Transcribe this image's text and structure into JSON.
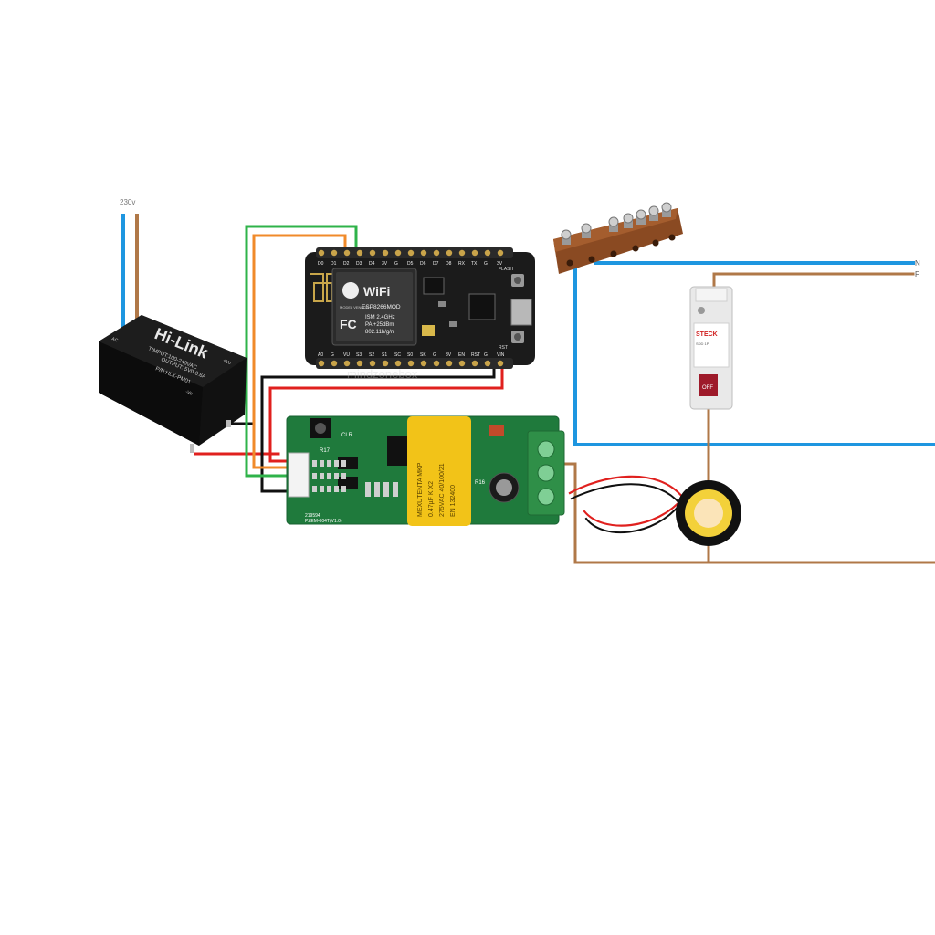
{
  "labels": {
    "supply_voltage": "230v",
    "neutral": "N",
    "phase": "F"
  },
  "hlk": {
    "brand": "Hi-Link",
    "line1": "TIMPUT:100-240VAC",
    "line2": "OUTPUT: 5V0-0.6A",
    "line3": "P/N:HLK-PM01",
    "ac_pin": "AC",
    "plus_pin": "+Vo",
    "minus_pin": "-Vo"
  },
  "nodemcu": {
    "wifi": "WiFi",
    "model": "ESP8266MOD",
    "vendor": "MODEL VENDOR",
    "spec1": "ISM 2.4GHz",
    "spec2": "PA +25dBm",
    "spec3": "802.11b/g/n",
    "fc": "FC",
    "top_pins": [
      "D0",
      "D1",
      "D2",
      "D3",
      "D4",
      "3V",
      "G",
      "D5",
      "D6",
      "D7",
      "D8",
      "RX",
      "TX",
      "G",
      "3V"
    ],
    "bottom_pins": [
      "A0",
      "G",
      "VU",
      "S3",
      "S2",
      "S1",
      "SC",
      "S0",
      "SK",
      "G",
      "3V",
      "EN",
      "RST",
      "G",
      "VIN"
    ],
    "flash": "FLASH",
    "rst": "RST"
  },
  "pzem": {
    "cap_line1": "MEXUTENTA MKP",
    "cap_line2": "0.47µF K X2",
    "cap_line3": "275VAC 40/100/21",
    "cap_line4": "EN 132400",
    "ref1": "R17",
    "ref2": "R16",
    "ref3": "CLR",
    "model": "PZEM-004T(V1.0)",
    "date": "219594"
  },
  "breaker": {
    "brand": "STECK",
    "rating": "SDD 1P",
    "state": "OFF"
  },
  "watermark": "mindzonebox",
  "colors": {
    "neutral": "#1e96e0",
    "phase": "#b07848",
    "vcc": "#e0201e",
    "gnd": "#101010",
    "tx": "#2fb34a",
    "rx": "#f08a2a",
    "pcb_green": "#1f7a3c",
    "pcb_black": "#1b1b1b",
    "capacitor": "#f2c318",
    "terminal": "#2f8f48",
    "busbar": "#8a4a22"
  }
}
